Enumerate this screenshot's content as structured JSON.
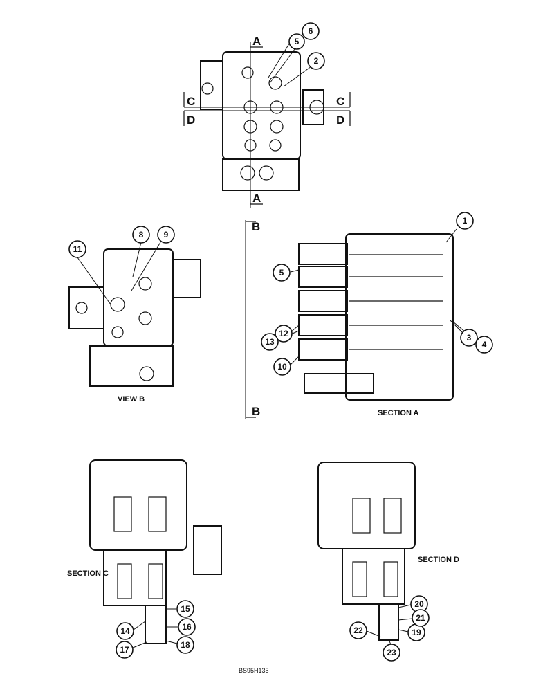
{
  "labels": {
    "view_b": "VIEW B",
    "section_a": "SECTION A",
    "section_c": "SECTION C",
    "section_d": "SECTION D",
    "drawing_code": "BS95H135"
  },
  "section_markers": {
    "a": "A",
    "b": "B",
    "c": "C",
    "d": "D"
  },
  "callouts": [
    "1",
    "2",
    "3",
    "4",
    "5",
    "6",
    "8",
    "9",
    "10",
    "11",
    "12",
    "13",
    "14",
    "15",
    "16",
    "17",
    "18",
    "19",
    "20",
    "21",
    "22",
    "23"
  ],
  "colors": {
    "ink": "#111111",
    "paper": "#ffffff"
  }
}
